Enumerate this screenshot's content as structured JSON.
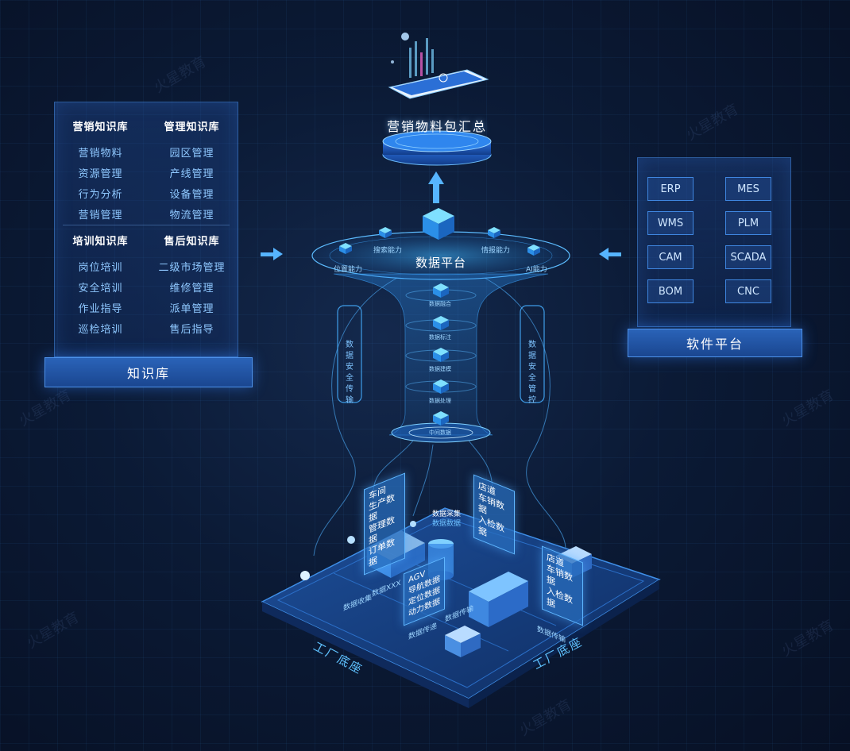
{
  "top": {
    "title": "营销物料包汇总"
  },
  "knowledge_base": {
    "title": "知识库",
    "groups": [
      {
        "title": "营销知识库",
        "items": [
          "营销物料",
          "资源管理",
          "行为分析",
          "营销管理"
        ]
      },
      {
        "title": "管理知识库",
        "items": [
          "园区管理",
          "产线管理",
          "设备管理",
          "物流管理"
        ]
      },
      {
        "title": "培训知识库",
        "items": [
          "岗位培训",
          "安全培训",
          "作业指导",
          "巡检培训"
        ]
      },
      {
        "title": "售后知识库",
        "items": [
          "二级市场管理",
          "维修管理",
          "派单管理",
          "售后指导"
        ]
      }
    ]
  },
  "software_platform": {
    "title": "软件平台",
    "systems": [
      "ERP",
      "MES",
      "WMS",
      "PLM",
      "CAM",
      "SCADA",
      "BOM",
      "CNC"
    ]
  },
  "data_platform": {
    "title": "数据平台",
    "capabilities": [
      "位置能力",
      "搜索能力",
      "情报能力",
      "AI能力"
    ],
    "layers": [
      "数据融合",
      "数据标注",
      "数据建模",
      "数据处理",
      "中间数据"
    ],
    "left_side": "数据安全传输",
    "right_side": "数据安全管控"
  },
  "factory": {
    "label_left": "工厂底座",
    "label_right": "工厂底座",
    "signs": {
      "workshop": "车间",
      "workshop_lines": [
        "生产数据",
        "管理数据",
        "订单数据"
      ],
      "store1": "店道",
      "store1_lines": [
        "车销数据",
        "入检数据"
      ],
      "store2": "店道",
      "store2_lines": [
        "车销数据",
        "入检数据"
      ],
      "agv": "AGV",
      "agv_lines": [
        "导航数据",
        "定位数据",
        "动力数据"
      ],
      "collect": "数据采集",
      "collect_sub": "数据数据",
      "misc": [
        "数据收集",
        "数据XXX",
        "数据传递",
        "数据传输",
        "数据传输"
      ]
    }
  },
  "watermark": "火星教育",
  "colors": {
    "accent": "#3fa9ff",
    "panel": "#1f4f9c",
    "bg": "#0b1a35"
  }
}
